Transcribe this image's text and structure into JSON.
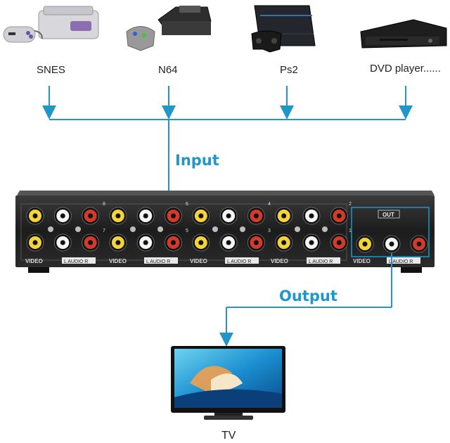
{
  "devices": [
    {
      "label": "SNES",
      "icon": "snes-console-icon"
    },
    {
      "label": "N64",
      "icon": "n64-console-icon"
    },
    {
      "label": "Ps2",
      "icon": "ps2-console-icon"
    },
    {
      "label": "DVD player......",
      "icon": "dvd-player-icon"
    }
  ],
  "input_label": "Input",
  "output_label": "Output",
  "tv_label": "TV",
  "switch": {
    "input_numbers": [
      "8",
      "6",
      "4",
      "2",
      "7",
      "5",
      "3",
      "1"
    ],
    "bottom_labels": [
      "VIDEO",
      "L AUDIO R",
      "VIDEO",
      "L AUDIO R",
      "VIDEO",
      "L AUDIO R",
      "VIDEO",
      "L AUDIO R",
      "VIDEO",
      "L AUDIO R"
    ],
    "out_label": "OUT"
  },
  "colors": {
    "accent": "#2196c8",
    "video": "#f2d33a",
    "audio_left": "#f4f4f4",
    "audio_right": "#d23a2a",
    "panel": "#232323"
  }
}
